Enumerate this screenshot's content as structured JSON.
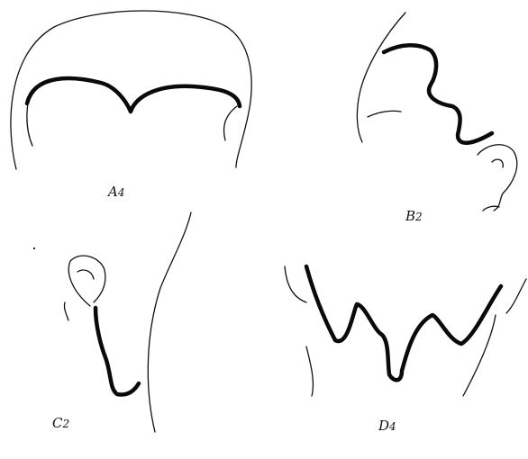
{
  "panels": [
    {
      "id": "A",
      "letter": "A",
      "number": "4"
    },
    {
      "id": "B",
      "letter": "B",
      "number": "2"
    },
    {
      "id": "C",
      "letter": "C",
      "number": "2"
    },
    {
      "id": "D",
      "letter": "D",
      "number": "4"
    }
  ],
  "colors": {
    "ink": "#111111",
    "background": "#ffffff"
  }
}
